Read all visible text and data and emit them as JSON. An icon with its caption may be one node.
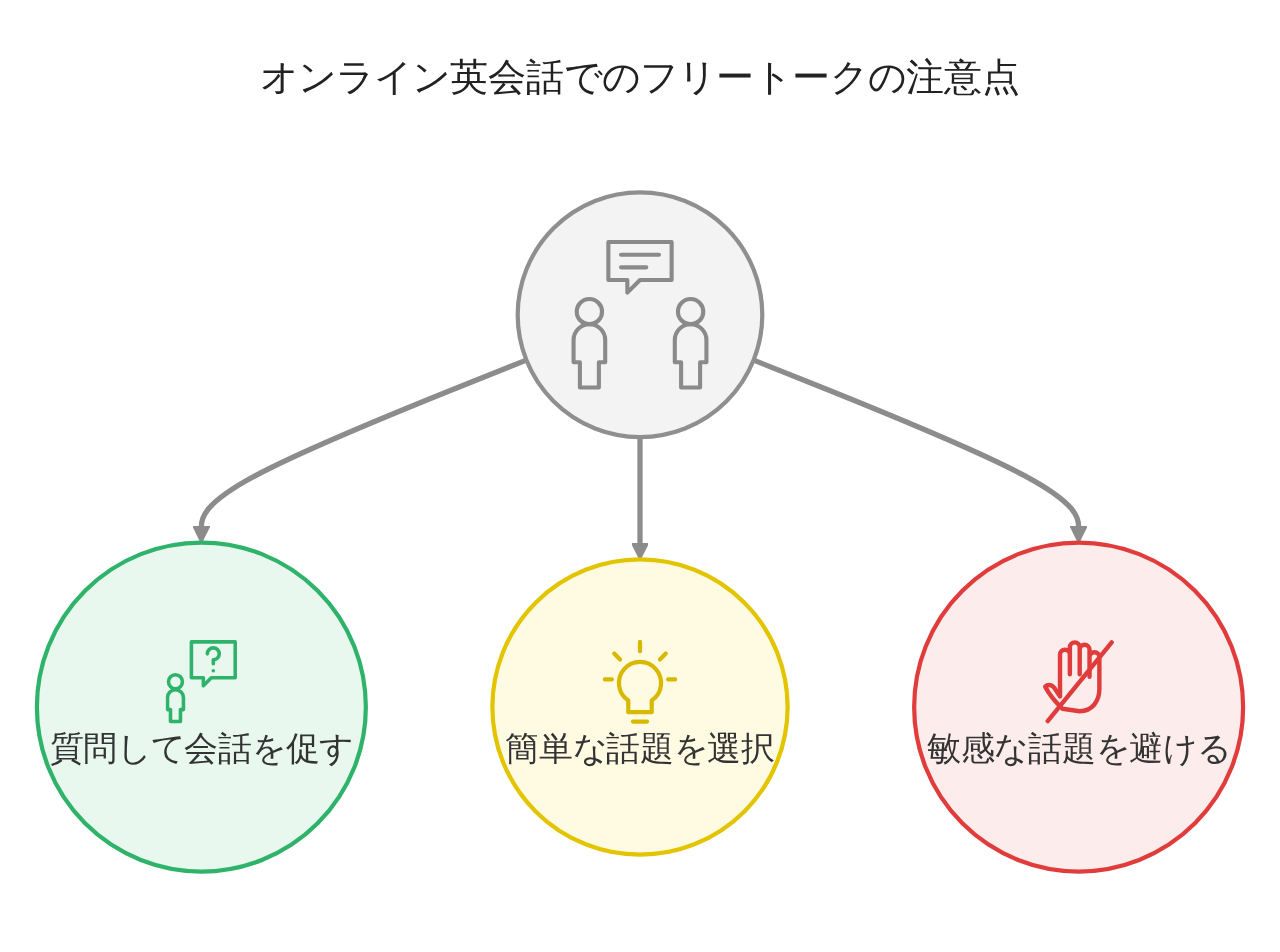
{
  "diagram": {
    "title": "オンライン英会話でのフリートークの注意点",
    "nodes": [
      {
        "text": [],
        "shape": "circle"
      },
      {
        "text": [
          "質問して会話を促す"
        ]
      },
      {
        "text": [
          "簡単な話題を選択"
        ]
      },
      {
        "text": [
          "敏感な話題を避ける"
        ]
      }
    ],
    "edges": [
      {
        "from": 0,
        "to": 1,
        "arrow": "to"
      },
      {
        "from": 0,
        "to": 2,
        "arrow": "to"
      },
      {
        "from": 0,
        "to": 3,
        "arrow": "to"
      }
    ]
  }
}
